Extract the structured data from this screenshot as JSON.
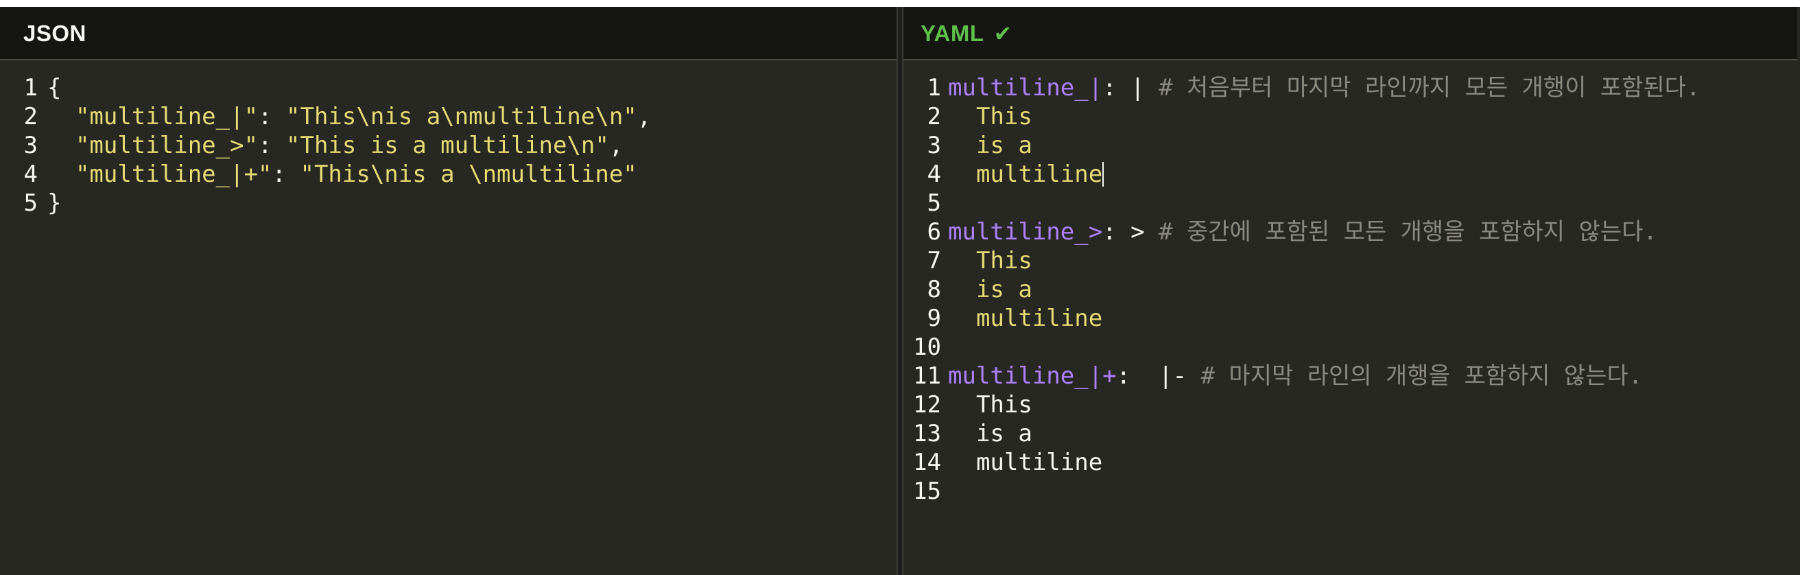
{
  "json_pane": {
    "title": "JSON",
    "lines": [
      {
        "num": "1",
        "parts": [
          {
            "t": "{",
            "c": "punc"
          }
        ]
      },
      {
        "num": "2",
        "parts": [
          {
            "t": "  ",
            "c": "punc"
          },
          {
            "t": "\"multiline_|\"",
            "c": "str"
          },
          {
            "t": ": ",
            "c": "punc"
          },
          {
            "t": "\"This\\nis a\\nmultiline\\n\"",
            "c": "str"
          },
          {
            "t": ",",
            "c": "punc"
          }
        ]
      },
      {
        "num": "3",
        "parts": [
          {
            "t": "  ",
            "c": "punc"
          },
          {
            "t": "\"multiline_>\"",
            "c": "str"
          },
          {
            "t": ": ",
            "c": "punc"
          },
          {
            "t": "\"This is a multiline\\n\"",
            "c": "str"
          },
          {
            "t": ",",
            "c": "punc"
          }
        ]
      },
      {
        "num": "4",
        "parts": [
          {
            "t": "  ",
            "c": "punc"
          },
          {
            "t": "\"multiline_|+\"",
            "c": "str"
          },
          {
            "t": ": ",
            "c": "punc"
          },
          {
            "t": "\"This\\nis a \\nmultiline\"",
            "c": "str"
          }
        ]
      },
      {
        "num": "5",
        "parts": [
          {
            "t": "}",
            "c": "punc"
          }
        ]
      }
    ]
  },
  "yaml_pane": {
    "title": "YAML",
    "status_icon": "check-icon",
    "status_glyph": "✔",
    "status_color": "#5fbf4a",
    "lines": [
      {
        "num": "1",
        "parts": [
          {
            "t": "multiline_|",
            "c": "key"
          },
          {
            "t": ": | ",
            "c": "white"
          },
          {
            "t": "# 처음부터 마지막 라인까지 모든 개행이 포함된다.",
            "c": "cmt"
          }
        ]
      },
      {
        "num": "2",
        "parts": [
          {
            "t": "  This",
            "c": "str"
          }
        ]
      },
      {
        "num": "3",
        "parts": [
          {
            "t": "  is a",
            "c": "str"
          }
        ]
      },
      {
        "num": "4",
        "parts": [
          {
            "t": "  multiline",
            "c": "str"
          }
        ],
        "cursor": true
      },
      {
        "num": "5",
        "parts": []
      },
      {
        "num": "6",
        "parts": [
          {
            "t": "multiline_>",
            "c": "key"
          },
          {
            "t": ": > ",
            "c": "white"
          },
          {
            "t": "# 중간에 포함된 모든 개행을 포함하지 않는다.",
            "c": "cmt"
          }
        ]
      },
      {
        "num": "7",
        "parts": [
          {
            "t": "  This",
            "c": "str"
          }
        ]
      },
      {
        "num": "8",
        "parts": [
          {
            "t": "  is a",
            "c": "str"
          }
        ]
      },
      {
        "num": "9",
        "parts": [
          {
            "t": "  multiline",
            "c": "str"
          }
        ]
      },
      {
        "num": "10",
        "parts": []
      },
      {
        "num": "11",
        "parts": [
          {
            "t": "multiline_|+",
            "c": "key"
          },
          {
            "t": ":  |- ",
            "c": "white"
          },
          {
            "t": "# 마지막 라인의 개행을 포함하지 않는다.",
            "c": "cmt"
          }
        ]
      },
      {
        "num": "12",
        "parts": [
          {
            "t": "  This",
            "c": "white"
          }
        ]
      },
      {
        "num": "13",
        "parts": [
          {
            "t": "  is a",
            "c": "white"
          }
        ]
      },
      {
        "num": "14",
        "parts": [
          {
            "t": "  multiline",
            "c": "white"
          }
        ]
      },
      {
        "num": "15",
        "parts": []
      }
    ]
  }
}
